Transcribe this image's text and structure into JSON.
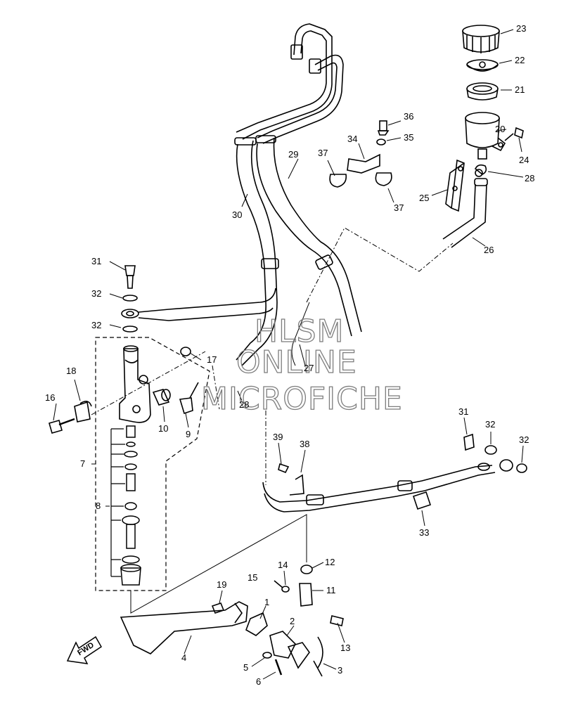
{
  "callouts": {
    "c1": "1",
    "c2": "2",
    "c3": "3",
    "c4": "4",
    "c5": "5",
    "c6": "6",
    "c7": "7",
    "c8": "8",
    "c9": "9",
    "c10": "10",
    "c11": "11",
    "c12": "12",
    "c13": "13",
    "c14": "14",
    "c15": "15",
    "c16": "16",
    "c17": "17",
    "c18": "18",
    "c19": "19",
    "c20": "20",
    "c21": "21",
    "c22": "22",
    "c23": "23",
    "c24": "24",
    "c25": "25",
    "c26": "26",
    "c27": "27",
    "c28a": "28",
    "c28b": "28",
    "c29": "29",
    "c30": "30",
    "c31a": "31",
    "c31b": "31",
    "c32a": "32",
    "c32b": "32",
    "c32c": "32",
    "c32d": "32",
    "c33": "33",
    "c34": "34",
    "c35": "35",
    "c36": "36",
    "c37a": "37",
    "c37b": "37",
    "c38": "38",
    "c39": "39"
  },
  "watermark": {
    "line1": "HLSM",
    "line2": "ONLINE",
    "line3": "MICROFICHE"
  },
  "direction_marker": {
    "text": "FWD"
  }
}
